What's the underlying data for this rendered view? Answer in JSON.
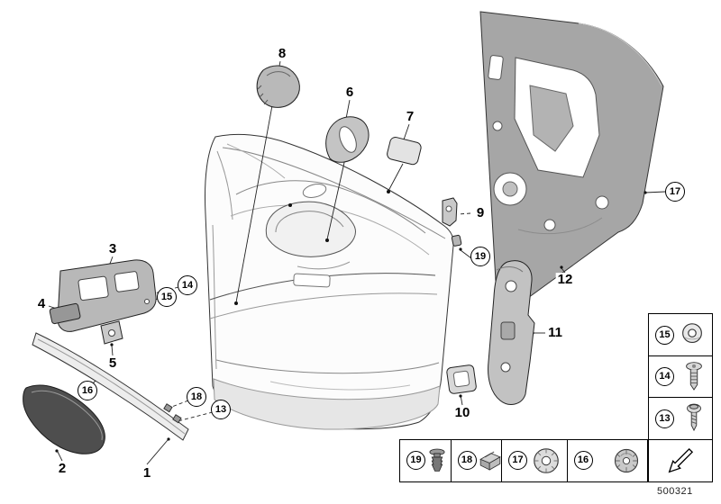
{
  "drawing_number": "500321",
  "callouts": {
    "n1": {
      "label": "1"
    },
    "n2": {
      "label": "2"
    },
    "n3": {
      "label": "3"
    },
    "n4": {
      "label": "4"
    },
    "n5": {
      "label": "5"
    },
    "n6": {
      "label": "6"
    },
    "n7": {
      "label": "7"
    },
    "n8": {
      "label": "8"
    },
    "n9": {
      "label": "9"
    },
    "n10": {
      "label": "10"
    },
    "n11": {
      "label": "11"
    },
    "n12": {
      "label": "12"
    },
    "n13": {
      "label": "13"
    },
    "n14": {
      "label": "14"
    },
    "n15": {
      "label": "15"
    },
    "n16": {
      "label": "16"
    },
    "n17": {
      "label": "17"
    },
    "n18": {
      "label": "18"
    },
    "n19": {
      "label": "19"
    }
  },
  "legend": {
    "right_column": [
      {
        "label": "15",
        "icon": "washer-icon"
      },
      {
        "label": "14",
        "icon": "pan-head-screw-icon"
      },
      {
        "label": "13",
        "icon": "tapping-screw-icon"
      }
    ],
    "bottom_row": [
      {
        "label": "19",
        "icon": "expanding-rivet-icon"
      },
      {
        "label": "18",
        "icon": "spring-clip-icon"
      },
      {
        "label": "17",
        "icon": "serrated-grommet-icon"
      },
      {
        "label": "16",
        "icon": "retaining-washer-icon"
      }
    ],
    "direction_symbol": "diagonal-arrow"
  },
  "colors": {
    "carrier_gray": "#a6a6a6",
    "dark_trim": "#4e4e4e",
    "light_part": "#c4c4c4",
    "outline": "#222222"
  }
}
